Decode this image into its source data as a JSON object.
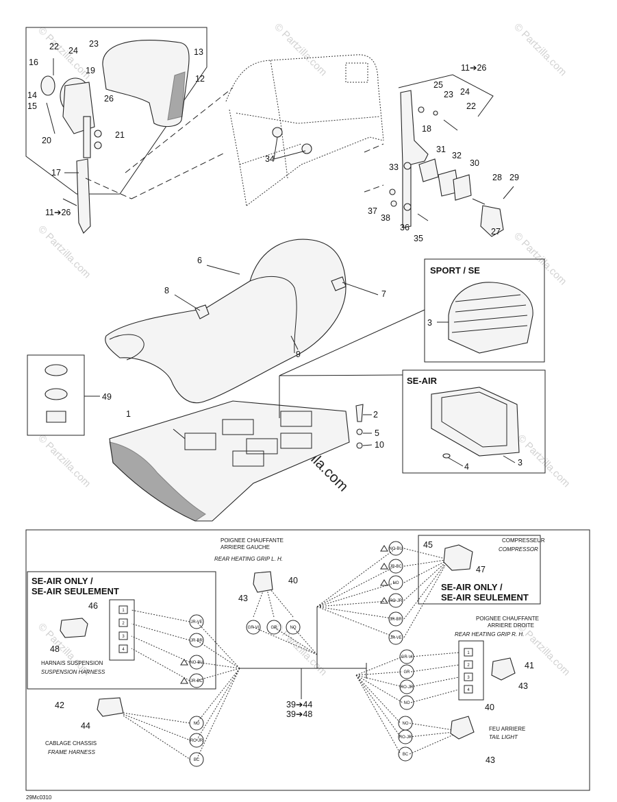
{
  "diagram_id": "29Mc0310",
  "watermark": "© Partzilla.com",
  "boxes": {
    "sport_se": "SPORT / SE",
    "se_air": "SE-AIR",
    "se_air_only_left_1": "SE-AIR ONLY /",
    "se_air_only_left_2": "SE-AIR SEULEMENT",
    "se_air_only_right_1": "SE-AIR ONLY /",
    "se_air_only_right_2": "SE-AIR SEULEMENT"
  },
  "wiring_labels": {
    "rear_grip_lh_fr1": "POIGNEE CHAUFFANTE",
    "rear_grip_lh_fr2": "ARRIERE GAUCHE",
    "rear_grip_lh_en": "REAR HEATING GRIP L. H.",
    "compressor_fr": "COMPRESSEUR",
    "compressor_en": "COMPRESSOR",
    "rear_grip_rh_fr1": "POIGNEE CHAUFFANTE",
    "rear_grip_rh_fr2": "ARRIERE DROITE",
    "rear_grip_rh_en": "REAR HEATING GRIP R. H.",
    "susp_harness_fr": "HARNAIS SUSPENSION",
    "susp_harness_en": "SUSPENSION HARNESS",
    "frame_harness_fr": "CABLAGE CHASSIS",
    "frame_harness_en": "FRAME HARNESS",
    "tail_light_fr": "FEU ARRIERE",
    "tail_light_en": "TAIL LIGHT"
  },
  "wire_colors": {
    "compressor": [
      "NO-BU",
      "JR-BC",
      "NO",
      "RO-JR",
      "JR-BR",
      "JR-VE"
    ],
    "grip_lh": [
      "GR-VI",
      "GR",
      "NO"
    ],
    "suspension": [
      "JR-VE",
      "JR-BR",
      "NO-BU",
      "JR-BC"
    ],
    "grip_rh": [
      "GR-VI",
      "GR",
      "RO-JR",
      "NO"
    ],
    "frame": [
      "NO",
      "RO-JR",
      "BC"
    ],
    "tail": [
      "NO",
      "RO-JR",
      "BC"
    ]
  },
  "pins": {
    "suspension": [
      "1",
      "2",
      "3",
      "4"
    ],
    "grip_rh": [
      "1",
      "2",
      "3",
      "4"
    ]
  },
  "callouts": {
    "c1": "1",
    "c2": "2",
    "c3a": "3",
    "c3b": "3",
    "c4": "4",
    "c5": "5",
    "c6": "6",
    "c7": "7",
    "c8": "8",
    "c9": "9",
    "c10": "10",
    "c11a": "11➔26",
    "c11b": "11➔26",
    "c12": "12",
    "c13": "13",
    "c14": "14",
    "c15": "15",
    "c16": "16",
    "c17": "17",
    "c18": "18",
    "c19": "19",
    "c20": "20",
    "c21": "21",
    "c22a": "22",
    "c22b": "22",
    "c23a": "23",
    "c23b": "23",
    "c24a": "24",
    "c24b": "24",
    "c25": "25",
    "c26": "26",
    "c27": "27",
    "c28": "28",
    "c29": "29",
    "c30": "30",
    "c31": "31",
    "c32": "32",
    "c33": "33",
    "c34": "34",
    "c35": "35",
    "c36": "36",
    "c37": "37",
    "c38": "38",
    "c39a": "39➔44",
    "c39b": "39➔48",
    "c40a": "40",
    "c40b": "40",
    "c41": "41",
    "c42": "42",
    "c43a": "43",
    "c43b": "43",
    "c43c": "43",
    "c44": "44",
    "c45": "45",
    "c46": "46",
    "c47": "47",
    "c48": "48",
    "c49": "49"
  }
}
